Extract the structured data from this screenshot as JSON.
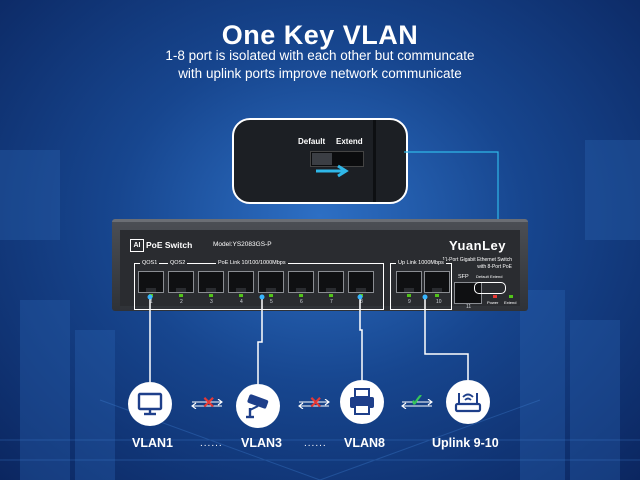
{
  "headline": {
    "title": "One Key VLAN",
    "subtitle_line1": "1-8 port is isolated with each other but communcate",
    "subtitle_line2": "with uplink ports improve network communicate"
  },
  "callout": {
    "default_label": "Default",
    "extend_label": "Extend"
  },
  "device": {
    "brand_mark": "AI",
    "product_name": "PoE Switch",
    "model": "Model:YS2083GS-P",
    "logo": "YuanLey",
    "desc_line1": "11-Port Gigabit Ethernet Switch",
    "desc_line2": "with 8-Port PoE",
    "qos1": "QOS1",
    "qos2": "QOS2",
    "poe_link": "PoE Link  10/100/1000Mbps",
    "uplink": "Up Link  1000Mbps",
    "sfp": "SFP",
    "port_numbers": [
      "1",
      "2",
      "3",
      "4",
      "5",
      "6",
      "7",
      "8",
      "9",
      "10",
      "11"
    ],
    "dip_default": "Default",
    "dip_extend": "Extend",
    "power_label": "Power",
    "extend_led_label": "Extend"
  },
  "vlans": [
    {
      "label": "VLAN1",
      "icon": "monitor-icon"
    },
    {
      "label": "VLAN3",
      "icon": "camera-icon"
    },
    {
      "label": "VLAN8",
      "icon": "printer-icon"
    },
    {
      "label": "Uplink 9-10",
      "icon": "router-icon"
    }
  ],
  "dots": [
    "......",
    "......"
  ],
  "colors": {
    "line": "#ffffff",
    "callout_line": "#2fb7e8",
    "blocked": "#e53935",
    "allowed": "#35c759",
    "highlight": "#38b6ff"
  }
}
